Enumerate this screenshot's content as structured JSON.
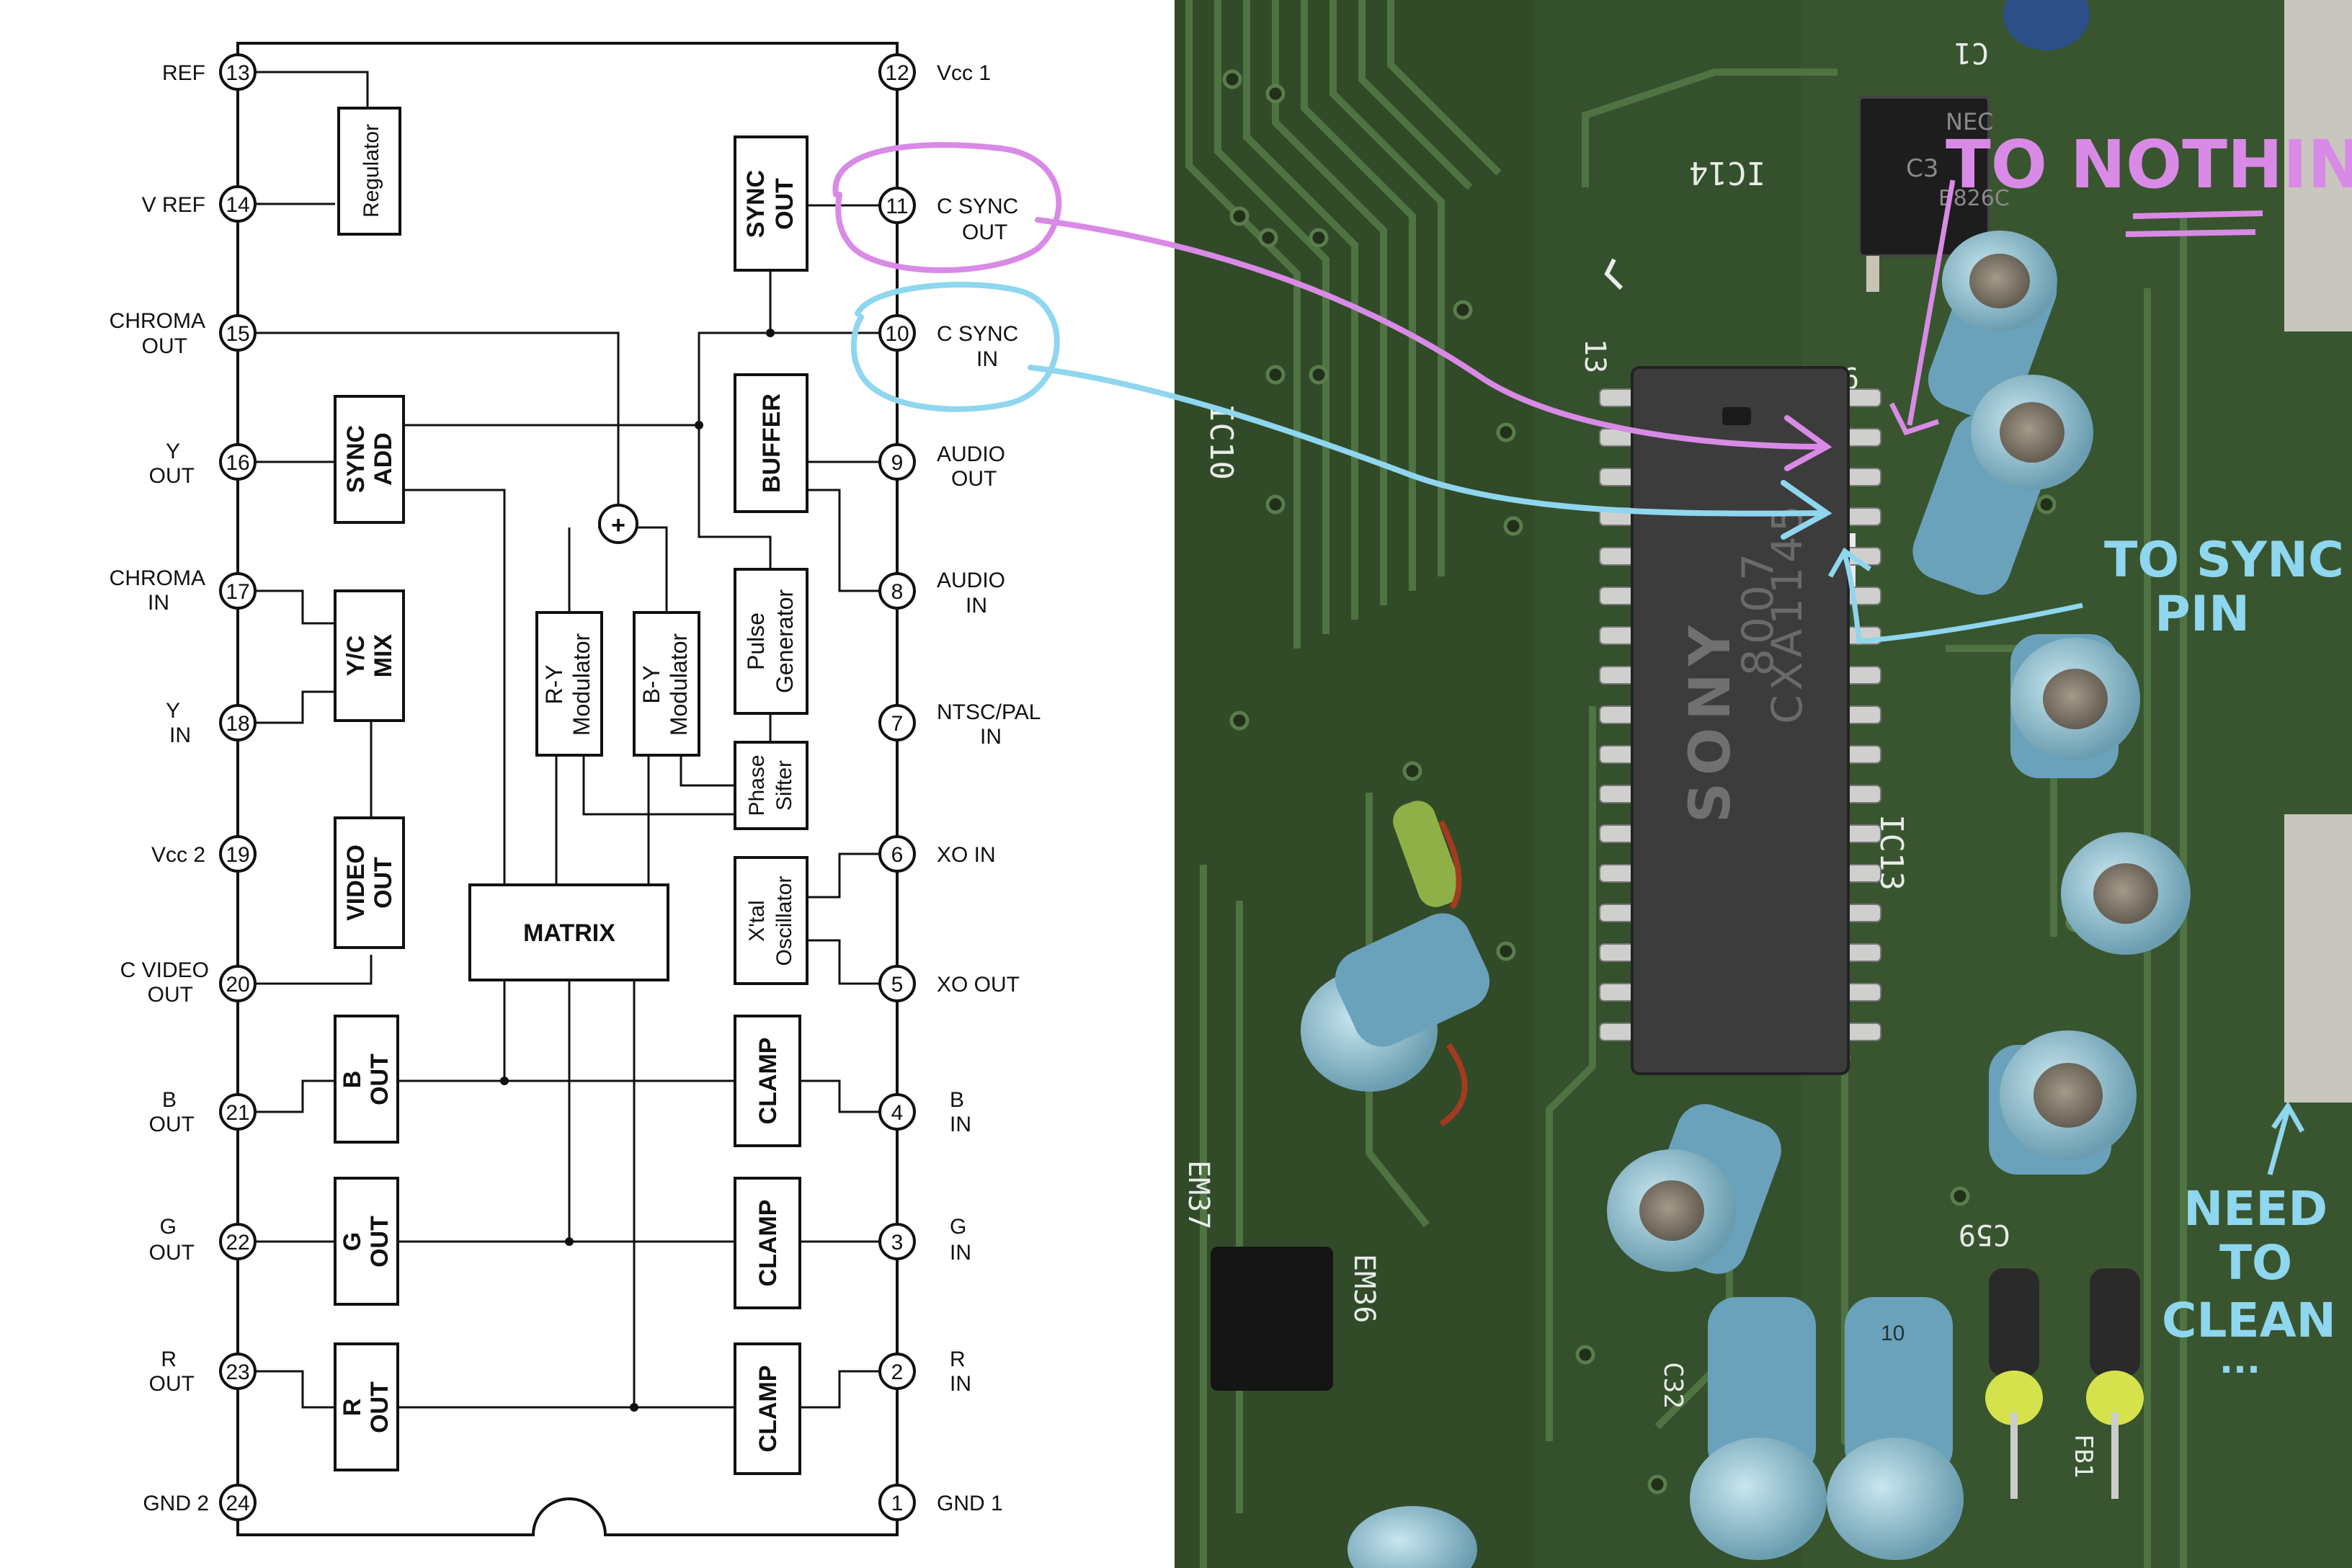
{
  "schematic": {
    "pins_left": [
      {
        "num": "13",
        "label": [
          "REF"
        ]
      },
      {
        "num": "14",
        "label": [
          "V REF"
        ]
      },
      {
        "num": "15",
        "label": [
          "CHROMA",
          "OUT"
        ]
      },
      {
        "num": "16",
        "label": [
          "Y",
          "OUT"
        ]
      },
      {
        "num": "17",
        "label": [
          "CHROMA",
          "IN"
        ]
      },
      {
        "num": "18",
        "label": [
          "Y",
          "IN"
        ]
      },
      {
        "num": "19",
        "label": [
          "Vcc 2"
        ]
      },
      {
        "num": "20",
        "label": [
          "C VIDEO",
          "OUT"
        ]
      },
      {
        "num": "21",
        "label": [
          "B",
          "OUT"
        ]
      },
      {
        "num": "22",
        "label": [
          "G",
          "OUT"
        ]
      },
      {
        "num": "23",
        "label": [
          "R",
          "OUT"
        ]
      },
      {
        "num": "24",
        "label": [
          "GND 2"
        ]
      }
    ],
    "pins_right": [
      {
        "num": "12",
        "label": [
          "Vcc 1"
        ]
      },
      {
        "num": "11",
        "label": [
          "C SYNC",
          "OUT"
        ]
      },
      {
        "num": "10",
        "label": [
          "C SYNC",
          "IN"
        ]
      },
      {
        "num": "9",
        "label": [
          "AUDIO",
          "OUT"
        ]
      },
      {
        "num": "8",
        "label": [
          "AUDIO",
          "IN"
        ]
      },
      {
        "num": "7",
        "label": [
          "NTSC/PAL",
          "IN"
        ]
      },
      {
        "num": "6",
        "label": [
          "XO  IN"
        ]
      },
      {
        "num": "5",
        "label": [
          "XO OUT"
        ]
      },
      {
        "num": "4",
        "label": [
          "B",
          "IN"
        ]
      },
      {
        "num": "3",
        "label": [
          "G",
          "IN"
        ]
      },
      {
        "num": "2",
        "label": [
          "R",
          "IN"
        ]
      },
      {
        "num": "1",
        "label": [
          "GND 1"
        ]
      }
    ],
    "blocks": {
      "regulator": "Regulator",
      "sync_out": [
        "SYNC",
        "OUT"
      ],
      "buffer": "BUFFER",
      "sync_add": [
        "SYNC",
        "ADD"
      ],
      "yc_mix": [
        "Y/C",
        "MIX"
      ],
      "video_out": [
        "VIDEO",
        "OUT"
      ],
      "ry_mod": [
        "R-Y",
        "Modulator"
      ],
      "by_mod": [
        "B-Y",
        "Modulator"
      ],
      "pulse_gen": [
        "Pulse",
        "Generator"
      ],
      "phase_shifter": [
        "Phase",
        "Sifter"
      ],
      "xtal_osc": [
        "X'tal",
        "Oscillator"
      ],
      "matrix": "MATRIX",
      "b_out": [
        "B",
        "OUT"
      ],
      "g_out": [
        "G",
        "OUT"
      ],
      "r_out": [
        "R",
        "OUT"
      ],
      "clamp": "CLAMP",
      "adder": "+"
    }
  },
  "photo": {
    "chip_brand": "SONY",
    "chip_code": "8007",
    "chip_part": "CXA1145",
    "silkscreen": [
      "IC14",
      "IC10",
      "IC13",
      "C1",
      "C59",
      "C32",
      "FB1",
      "EM36",
      "EM37",
      "13",
      "9",
      "7"
    ],
    "component_text": [
      "NEC",
      "C3",
      "B826C",
      "10"
    ]
  },
  "annotations": {
    "to_nothing": "TO NOTHING",
    "to_sync_pin": [
      "TO SYNC",
      "PIN"
    ],
    "need_to_clean": [
      "NEED",
      "TO",
      "CLEAN",
      "..."
    ],
    "colors": {
      "pink": "#d98ae6",
      "blue": "#8fd6ef"
    }
  }
}
